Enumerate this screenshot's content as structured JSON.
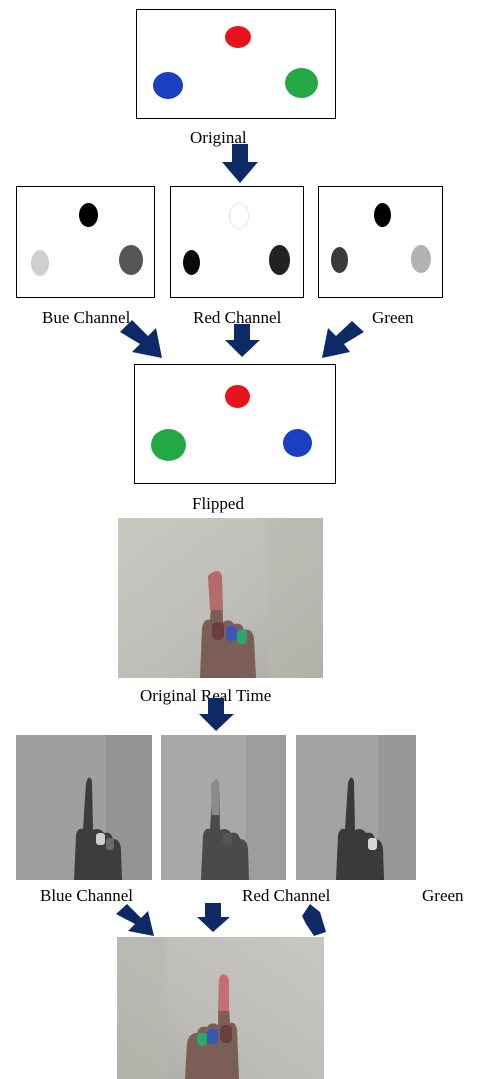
{
  "labels": {
    "original": "Original",
    "blue_channel_1": "Bue Channel",
    "red_channel_1": "Red Channel",
    "green_1": "Green",
    "flipped": "Flipped",
    "original_real_time": "Original Real Time",
    "blue_channel_2": "Blue Channel",
    "red_channel_2": "Red Channel",
    "green_2": "Green"
  },
  "colors": {
    "arrow": "#0e2a66",
    "dot_red": "#e8121c",
    "dot_blue": "#1a3fc2",
    "dot_green": "#23a845"
  }
}
